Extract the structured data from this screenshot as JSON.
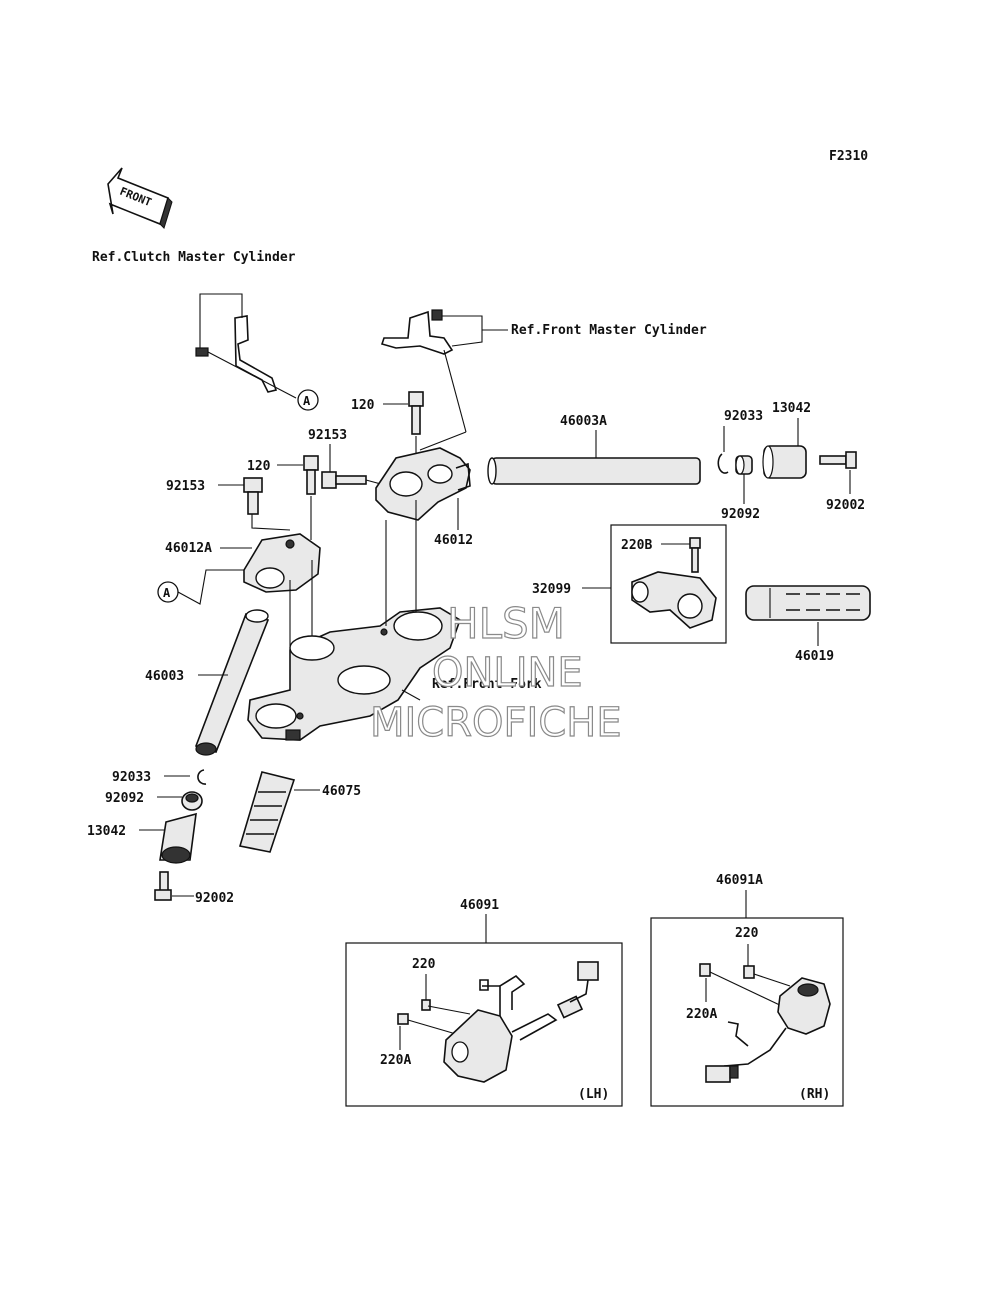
{
  "diagram": {
    "figure_code": "F2310",
    "direction_tag": "FRONT",
    "references": {
      "clutch": "Ref.Clutch Master Cylinder",
      "front_master": "Ref.Front Master Cylinder",
      "front_fork": "Ref.Front Fork"
    },
    "callout_a": "A",
    "parts": {
      "p120_top": "120",
      "p92153_top": "92153",
      "p120_mid": "120",
      "p92153_left": "92153",
      "p46012A": "46012A",
      "p46012": "46012",
      "p46003A": "46003A",
      "p92033_right": "92033",
      "p13042_right": "13042",
      "p92092_right": "92092",
      "p92002_right": "92002",
      "p220B": "220B",
      "p32099": "32099",
      "p46019": "46019",
      "p46003": "46003",
      "p92033_left": "92033",
      "p92092_left": "92092",
      "p13042_left": "13042",
      "p92002_left": "92002",
      "p46075": "46075",
      "p46091": "46091",
      "p46091A": "46091A",
      "lh_220": "220",
      "lh_220A": "220A",
      "rh_220": "220",
      "rh_220A": "220A"
    },
    "box_tags": {
      "lh": "(LH)",
      "rh": "(RH)"
    }
  },
  "watermark": {
    "line1": "HLSM",
    "line2": "ONLINE",
    "line3": "MICROFICHE"
  }
}
